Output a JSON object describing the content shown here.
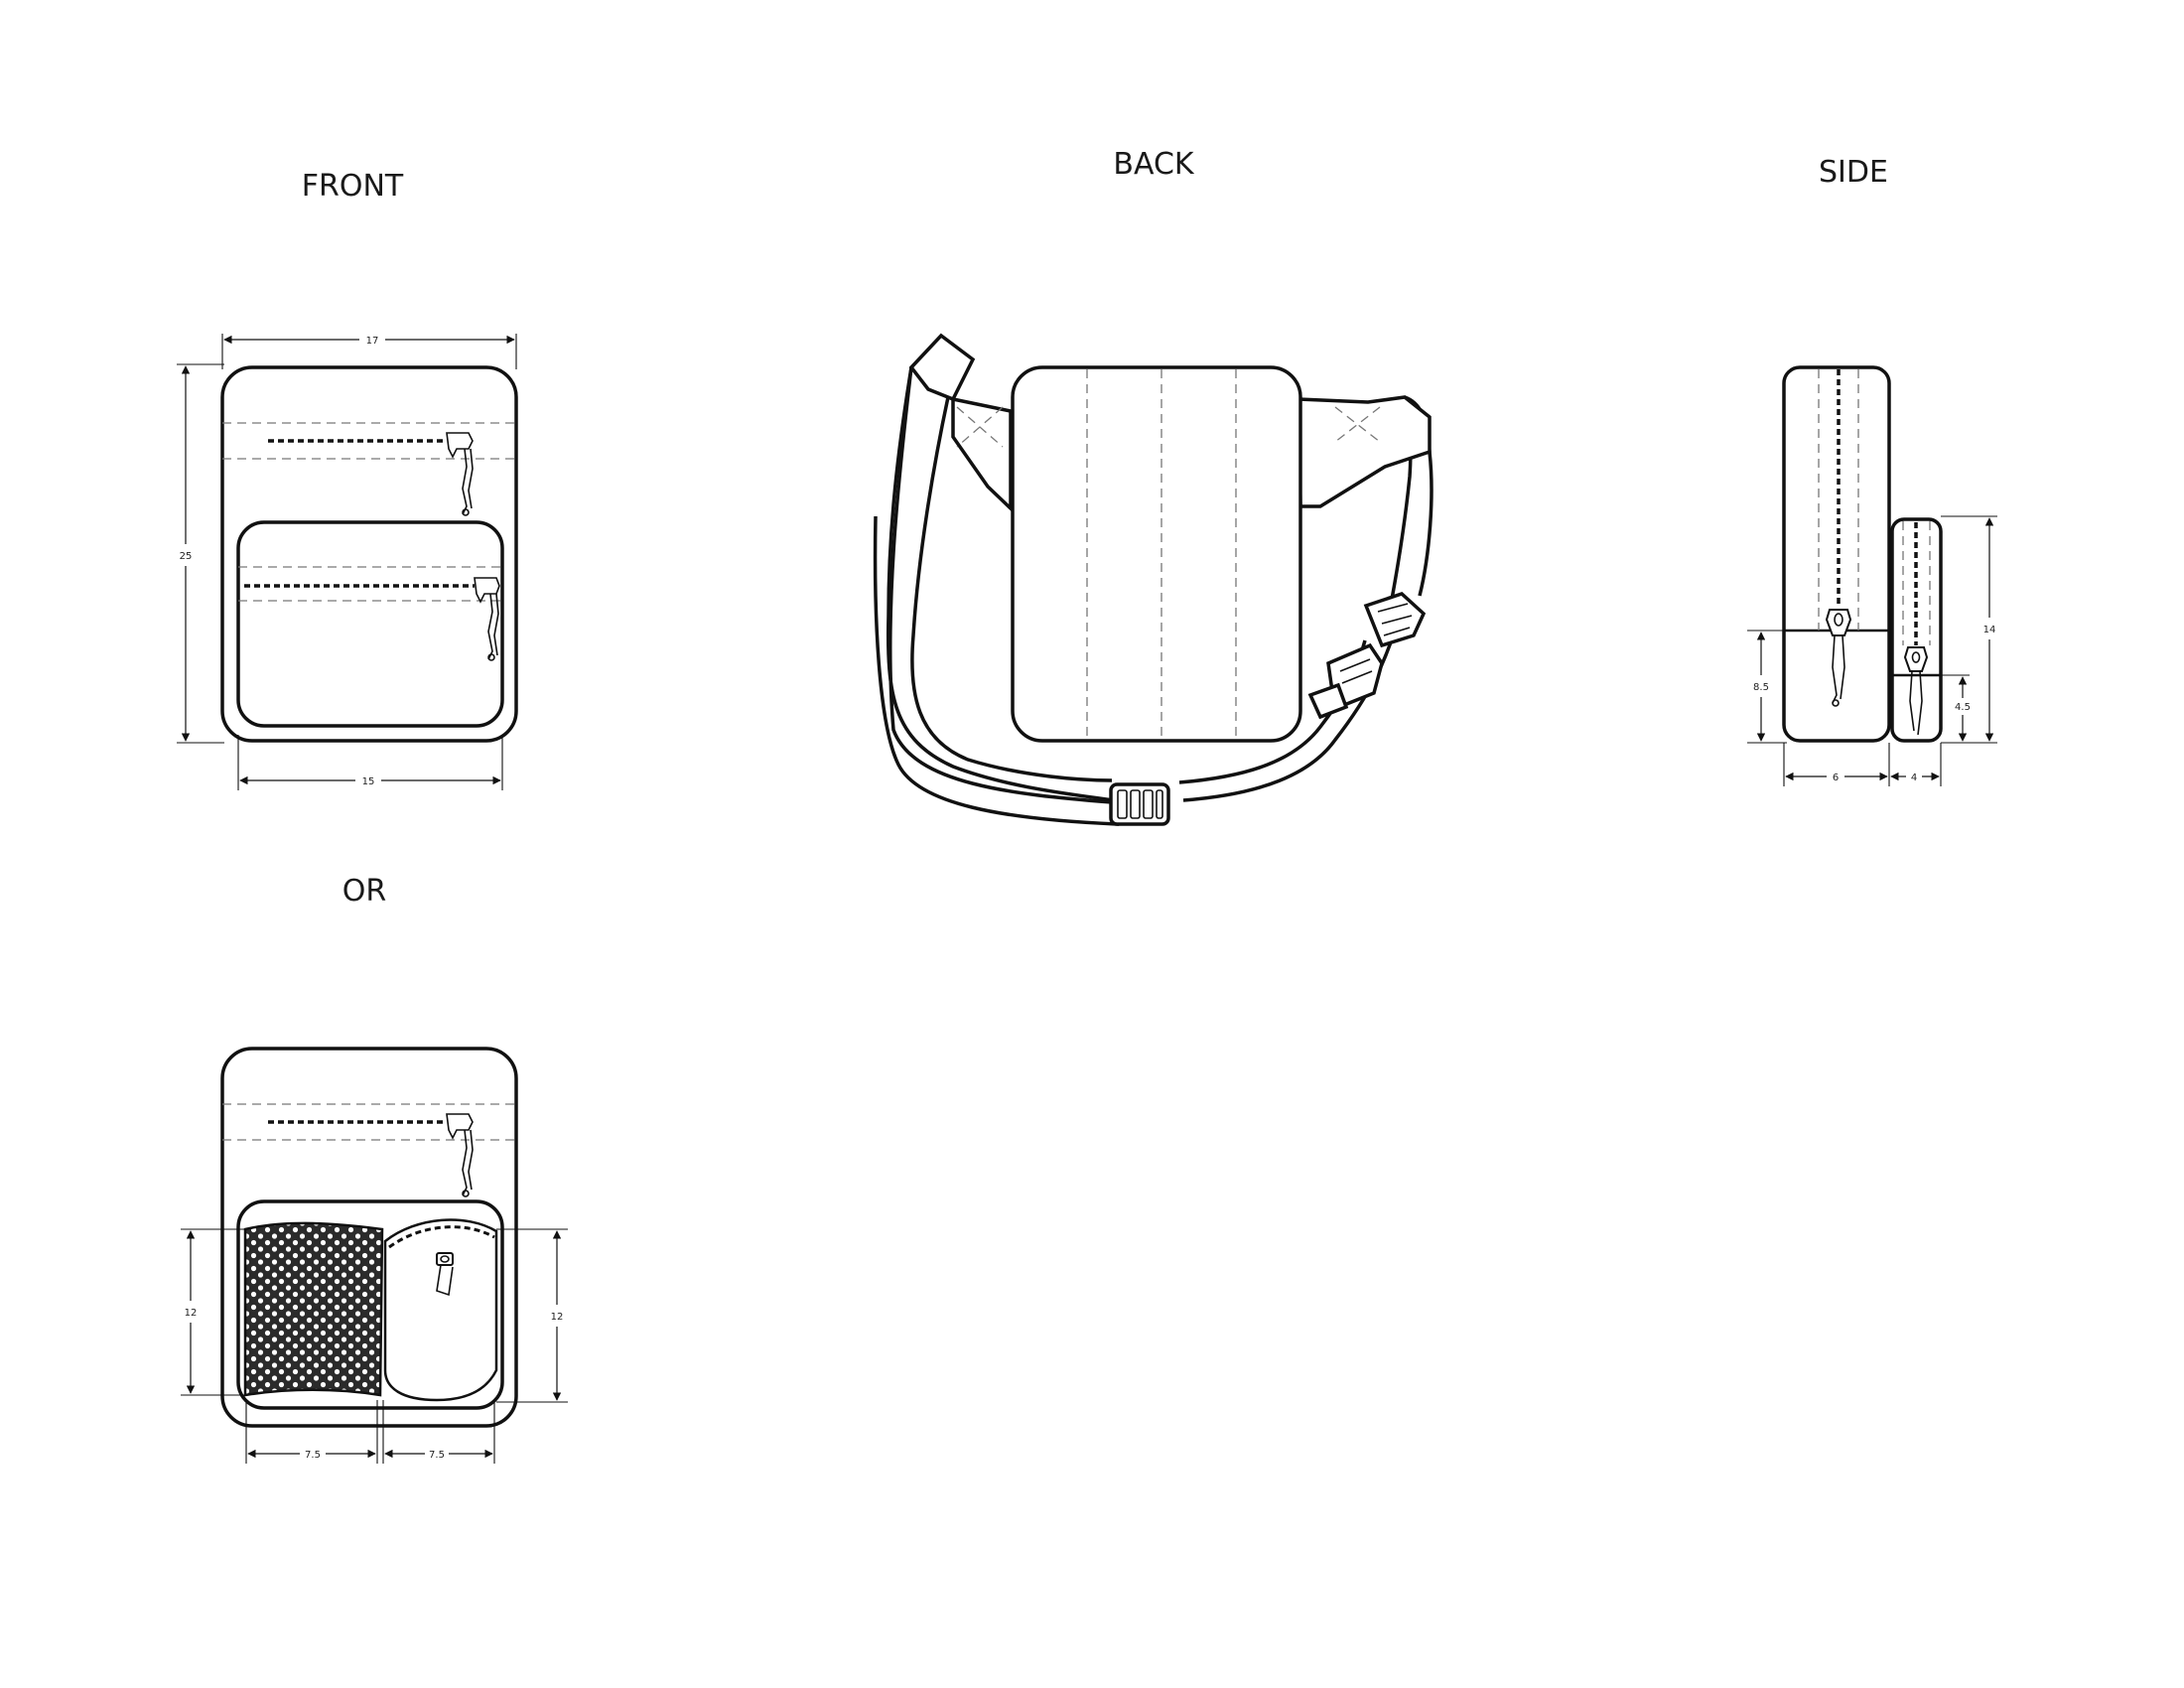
{
  "views": {
    "front": "FRONT",
    "back": "BACK",
    "side": "SIDE",
    "alternate": "OR"
  },
  "dimensions": {
    "front_width_top": "17",
    "front_height": "25",
    "front_pocket_width": "15",
    "side_depth_main": "6",
    "side_depth_pocket": "4",
    "side_pocket_height": "14",
    "side_lower_main": "8.5",
    "side_lower_pocket": "4.5",
    "alt_left_height": "12",
    "alt_right_height": "12",
    "alt_left_width": "7.5",
    "alt_right_width": "7.5"
  }
}
